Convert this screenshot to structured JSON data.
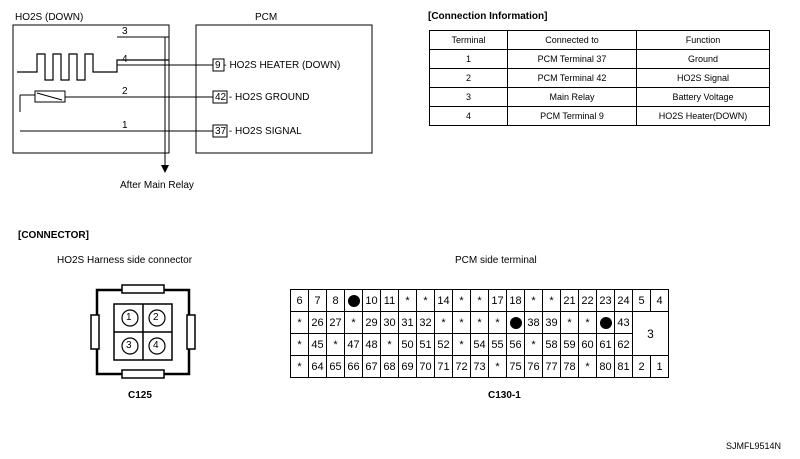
{
  "wiring": {
    "sensor_label": "HO2S (DOWN)",
    "pcm_label": "PCM",
    "pins": [
      "3",
      "4",
      "2",
      "1"
    ],
    "pcm_terminals": [
      {
        "num": "9",
        "text": " - HO2S HEATER (DOWN)"
      },
      {
        "num": "42",
        "text": " - HO2S GROUND"
      },
      {
        "num": "37",
        "text": " - HO2S SIGNAL"
      }
    ],
    "after_main_relay": "After Main Relay"
  },
  "connection_info": {
    "title": "[Connection Information]",
    "headers": [
      "Terminal",
      "Connected to",
      "Function"
    ],
    "rows": [
      [
        "1",
        "PCM Terminal 37",
        "Ground"
      ],
      [
        "2",
        "PCM Terminal 42",
        "HO2S Signal"
      ],
      [
        "3",
        "Main Relay",
        "Battery Voltage"
      ],
      [
        "4",
        "PCM Terminal 9",
        "HO2S Heater(DOWN)"
      ]
    ]
  },
  "connector": {
    "section_title": "[CONNECTOR]",
    "harness_title": "HO2S Harness side connector",
    "harness_pins": [
      "1",
      "2",
      "3",
      "4"
    ],
    "harness_id": "C125",
    "pcm_title": "PCM side terminal",
    "pcm_id": "C130-1",
    "pcm_rows": [
      [
        "6",
        "7",
        "8",
        "●",
        "10",
        "11",
        "*",
        "*",
        "14",
        "*",
        "*",
        "17",
        "18",
        "*",
        "*",
        "21",
        "22",
        "23",
        "24",
        "5",
        "4"
      ],
      [
        "*",
        "26",
        "27",
        "*",
        "29",
        "30",
        "31",
        "32",
        "*",
        "*",
        "*",
        "*",
        "●",
        "38",
        "39",
        "*",
        "*",
        "●",
        "43"
      ],
      [
        "*",
        "45",
        "*",
        "47",
        "48",
        "*",
        "50",
        "51",
        "52",
        "*",
        "54",
        "55",
        "56",
        "*",
        "58",
        "59",
        "60",
        "61",
        "62"
      ],
      [
        "*",
        "64",
        "65",
        "66",
        "67",
        "68",
        "69",
        "70",
        "71",
        "72",
        "73",
        "*",
        "75",
        "76",
        "77",
        "78",
        "*",
        "80",
        "81",
        "2",
        "1"
      ]
    ],
    "pcm_merged": "3"
  },
  "footer_code": "SJMFL9514N"
}
